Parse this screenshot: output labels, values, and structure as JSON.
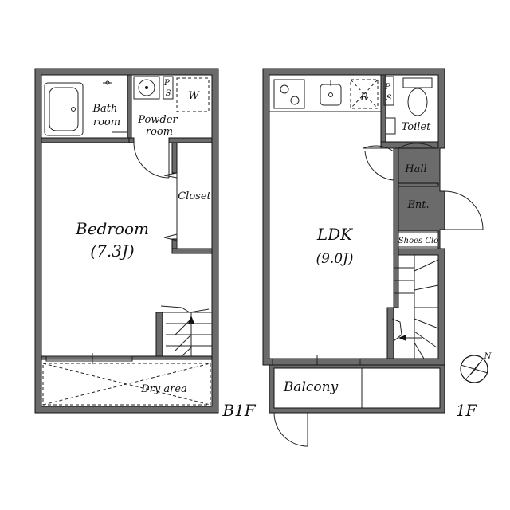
{
  "floors": {
    "b1f": {
      "label": "B1F",
      "rooms": {
        "bath": [
          "Bath",
          "room"
        ],
        "powder": [
          "Powder",
          "room"
        ],
        "washer": "W",
        "ps": [
          "P",
          "S"
        ],
        "closet": "Closet",
        "bedroom": "Bedroom",
        "bedroom_size": "(7.3J)",
        "dry_area": "Dry area"
      }
    },
    "f1": {
      "label": "1F",
      "rooms": {
        "refrigerator": "R",
        "ps": [
          "P",
          "S"
        ],
        "toilet": "Toilet",
        "hall": "Hall",
        "entrance": "Ent.",
        "shoes_closet": "Shoes Clo",
        "ldk": "LDK",
        "ldk_size": "(9.0J)",
        "balcony": "Balcony"
      }
    }
  },
  "compass": {
    "north": "N"
  }
}
